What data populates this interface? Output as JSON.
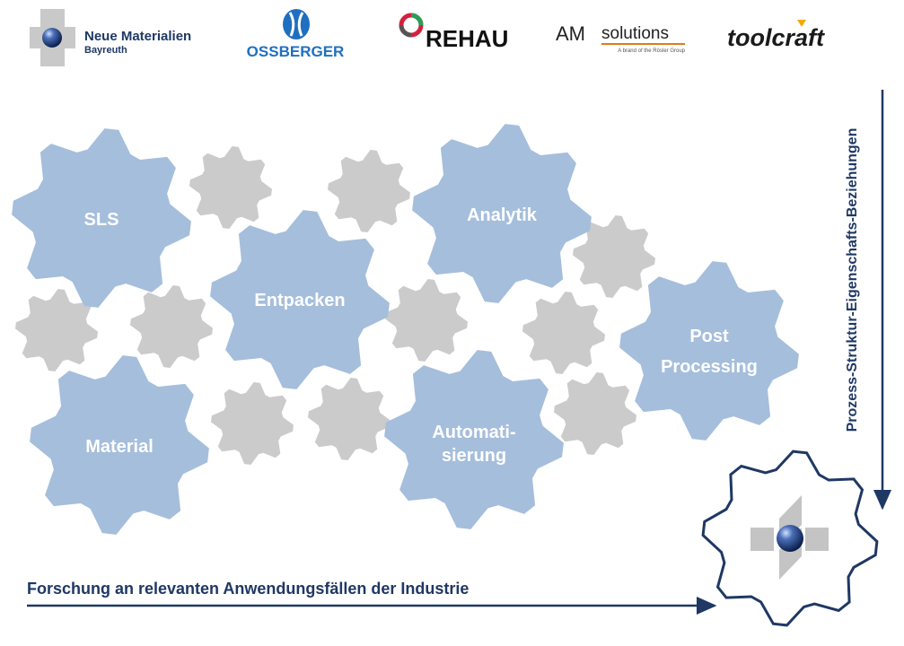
{
  "logos": {
    "nmb": {
      "line1": "Neue Materialien",
      "line2": "Bayreuth"
    },
    "ossberger": {
      "name": "OSSBERGER"
    },
    "rehau": {
      "name": "REHAU"
    },
    "am": {
      "mark": "AM",
      "name": "solutions",
      "tagline": "A brand of the Rösler Group"
    },
    "toolcraft": {
      "name": "toolcraft"
    }
  },
  "gears": {
    "sls": "SLS",
    "entpacken": "Entpacken",
    "analytik": "Analytik",
    "material": "Material",
    "automatisierung": {
      "line1": "Automati-",
      "line2": "sierung"
    },
    "post_processing": {
      "line1": "Post",
      "line2": "Processing"
    }
  },
  "axes": {
    "bottom": "Forschung an relevanten Anwendungsfällen der Industrie",
    "side": "Prozess-Struktur-Eigenschafts-Beziehungen"
  },
  "colors": {
    "blue_gear": "#a5bedc",
    "grey_gear": "#cbcbcb",
    "navy": "#1f3864",
    "ossberger_blue": "#1f6fc1",
    "rehau_red": "#d4213d"
  }
}
